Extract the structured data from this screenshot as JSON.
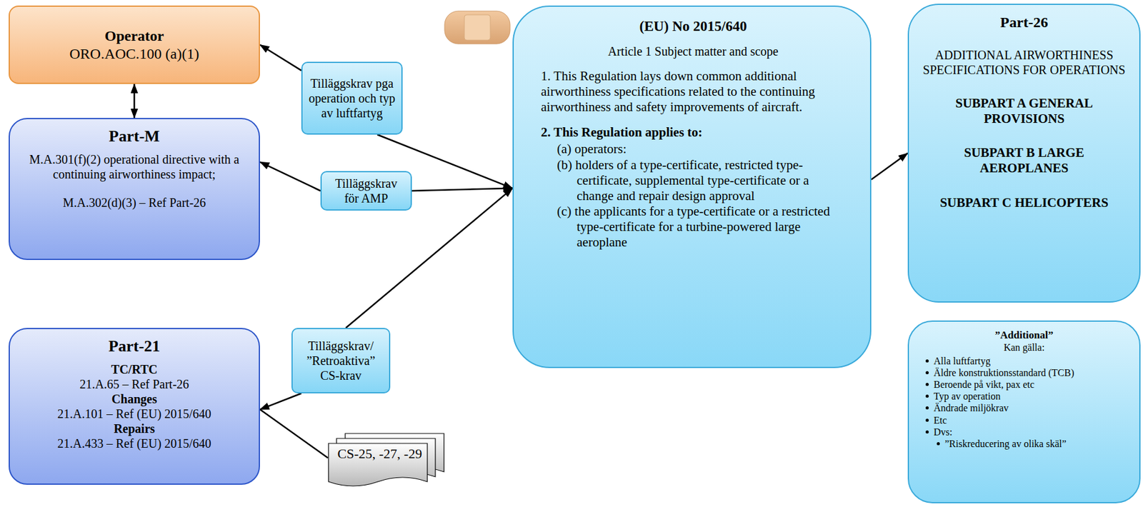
{
  "diagram": {
    "nodes": [
      {
        "text": [
          "Operator",
          "ORO.AOC.100 (a)(1)"
        ]
      },
      {
        "text": [
          "Part-M",
          "M.A.301(f)(2) operational directive with a continuing airworthiness impact;",
          "M.A.302(d)(3) – Ref Part-26"
        ]
      },
      {
        "text": [
          "Part-21",
          "TC/RTC",
          "21.A.65 – Ref Part-26",
          "Changes",
          "21.A.101 – Ref (EU) 2015/640",
          "Repairs",
          "21.A.433 – Ref (EU) 2015/640"
        ]
      },
      {
        "text": [
          "Tilläggskrav pga operation och typ av luftfartyg"
        ]
      },
      {
        "text": [
          "Tilläggskrav för AMP"
        ]
      },
      {
        "text": [
          "Tilläggskrav/ ”Retroaktiva” CS-krav"
        ]
      },
      {
        "text": [
          "CS-25, -27, -29"
        ]
      },
      {
        "text": [
          "(EU) No 2015/640",
          "Article 1 Subject matter and scope",
          "1. This Regulation lays down common additional airworthiness specifications related to the continuing airworthiness and safety improvements of aircraft.",
          "2. This Regulation applies to:",
          "(a) operators:",
          "(b) holders of a type-certificate, restricted type-certificate, supplemental type-certificate or a change and repair design approval",
          "(c) the applicants for a type-certificate or a restricted type-certificate for a turbine-powered large aeroplane"
        ]
      },
      {
        "text": [
          "Part-26",
          "ADDITIONAL AIRWORTHINESS SPECIFICATIONS FOR OPERATIONS",
          "SUBPART A GENERAL PROVISIONS",
          "SUBPART B LARGE AEROPLANES",
          "SUBPART C HELICOPTERS"
        ]
      },
      {
        "text": [
          "”Additional”",
          "Kan gälla:",
          "Alla luftfartyg",
          "Äldre konstruktionsstandard (TCB)",
          "Beroende på vikt, pax etc",
          "Typ av operation",
          "Ändrade miljökrav",
          "Etc",
          "Dvs:",
          "”Riskreducering av olika skäl”"
        ]
      }
    ],
    "edges": [
      {
        "from": 0,
        "to": 1,
        "arrow": "both"
      },
      {
        "from": 3,
        "to": 0,
        "arrow": "to"
      },
      {
        "from": 3,
        "to": 7,
        "arrow": "to"
      },
      {
        "from": 4,
        "to": 1,
        "arrow": "to"
      },
      {
        "from": 4,
        "to": 7,
        "arrow": "to"
      },
      {
        "from": 5,
        "to": 2,
        "arrow": "to"
      },
      {
        "from": 5,
        "to": 7,
        "arrow": "to"
      },
      {
        "from": 2,
        "to": 6,
        "arrow": "none"
      },
      {
        "from": 7,
        "to": 8,
        "arrow": "to"
      }
    ]
  }
}
